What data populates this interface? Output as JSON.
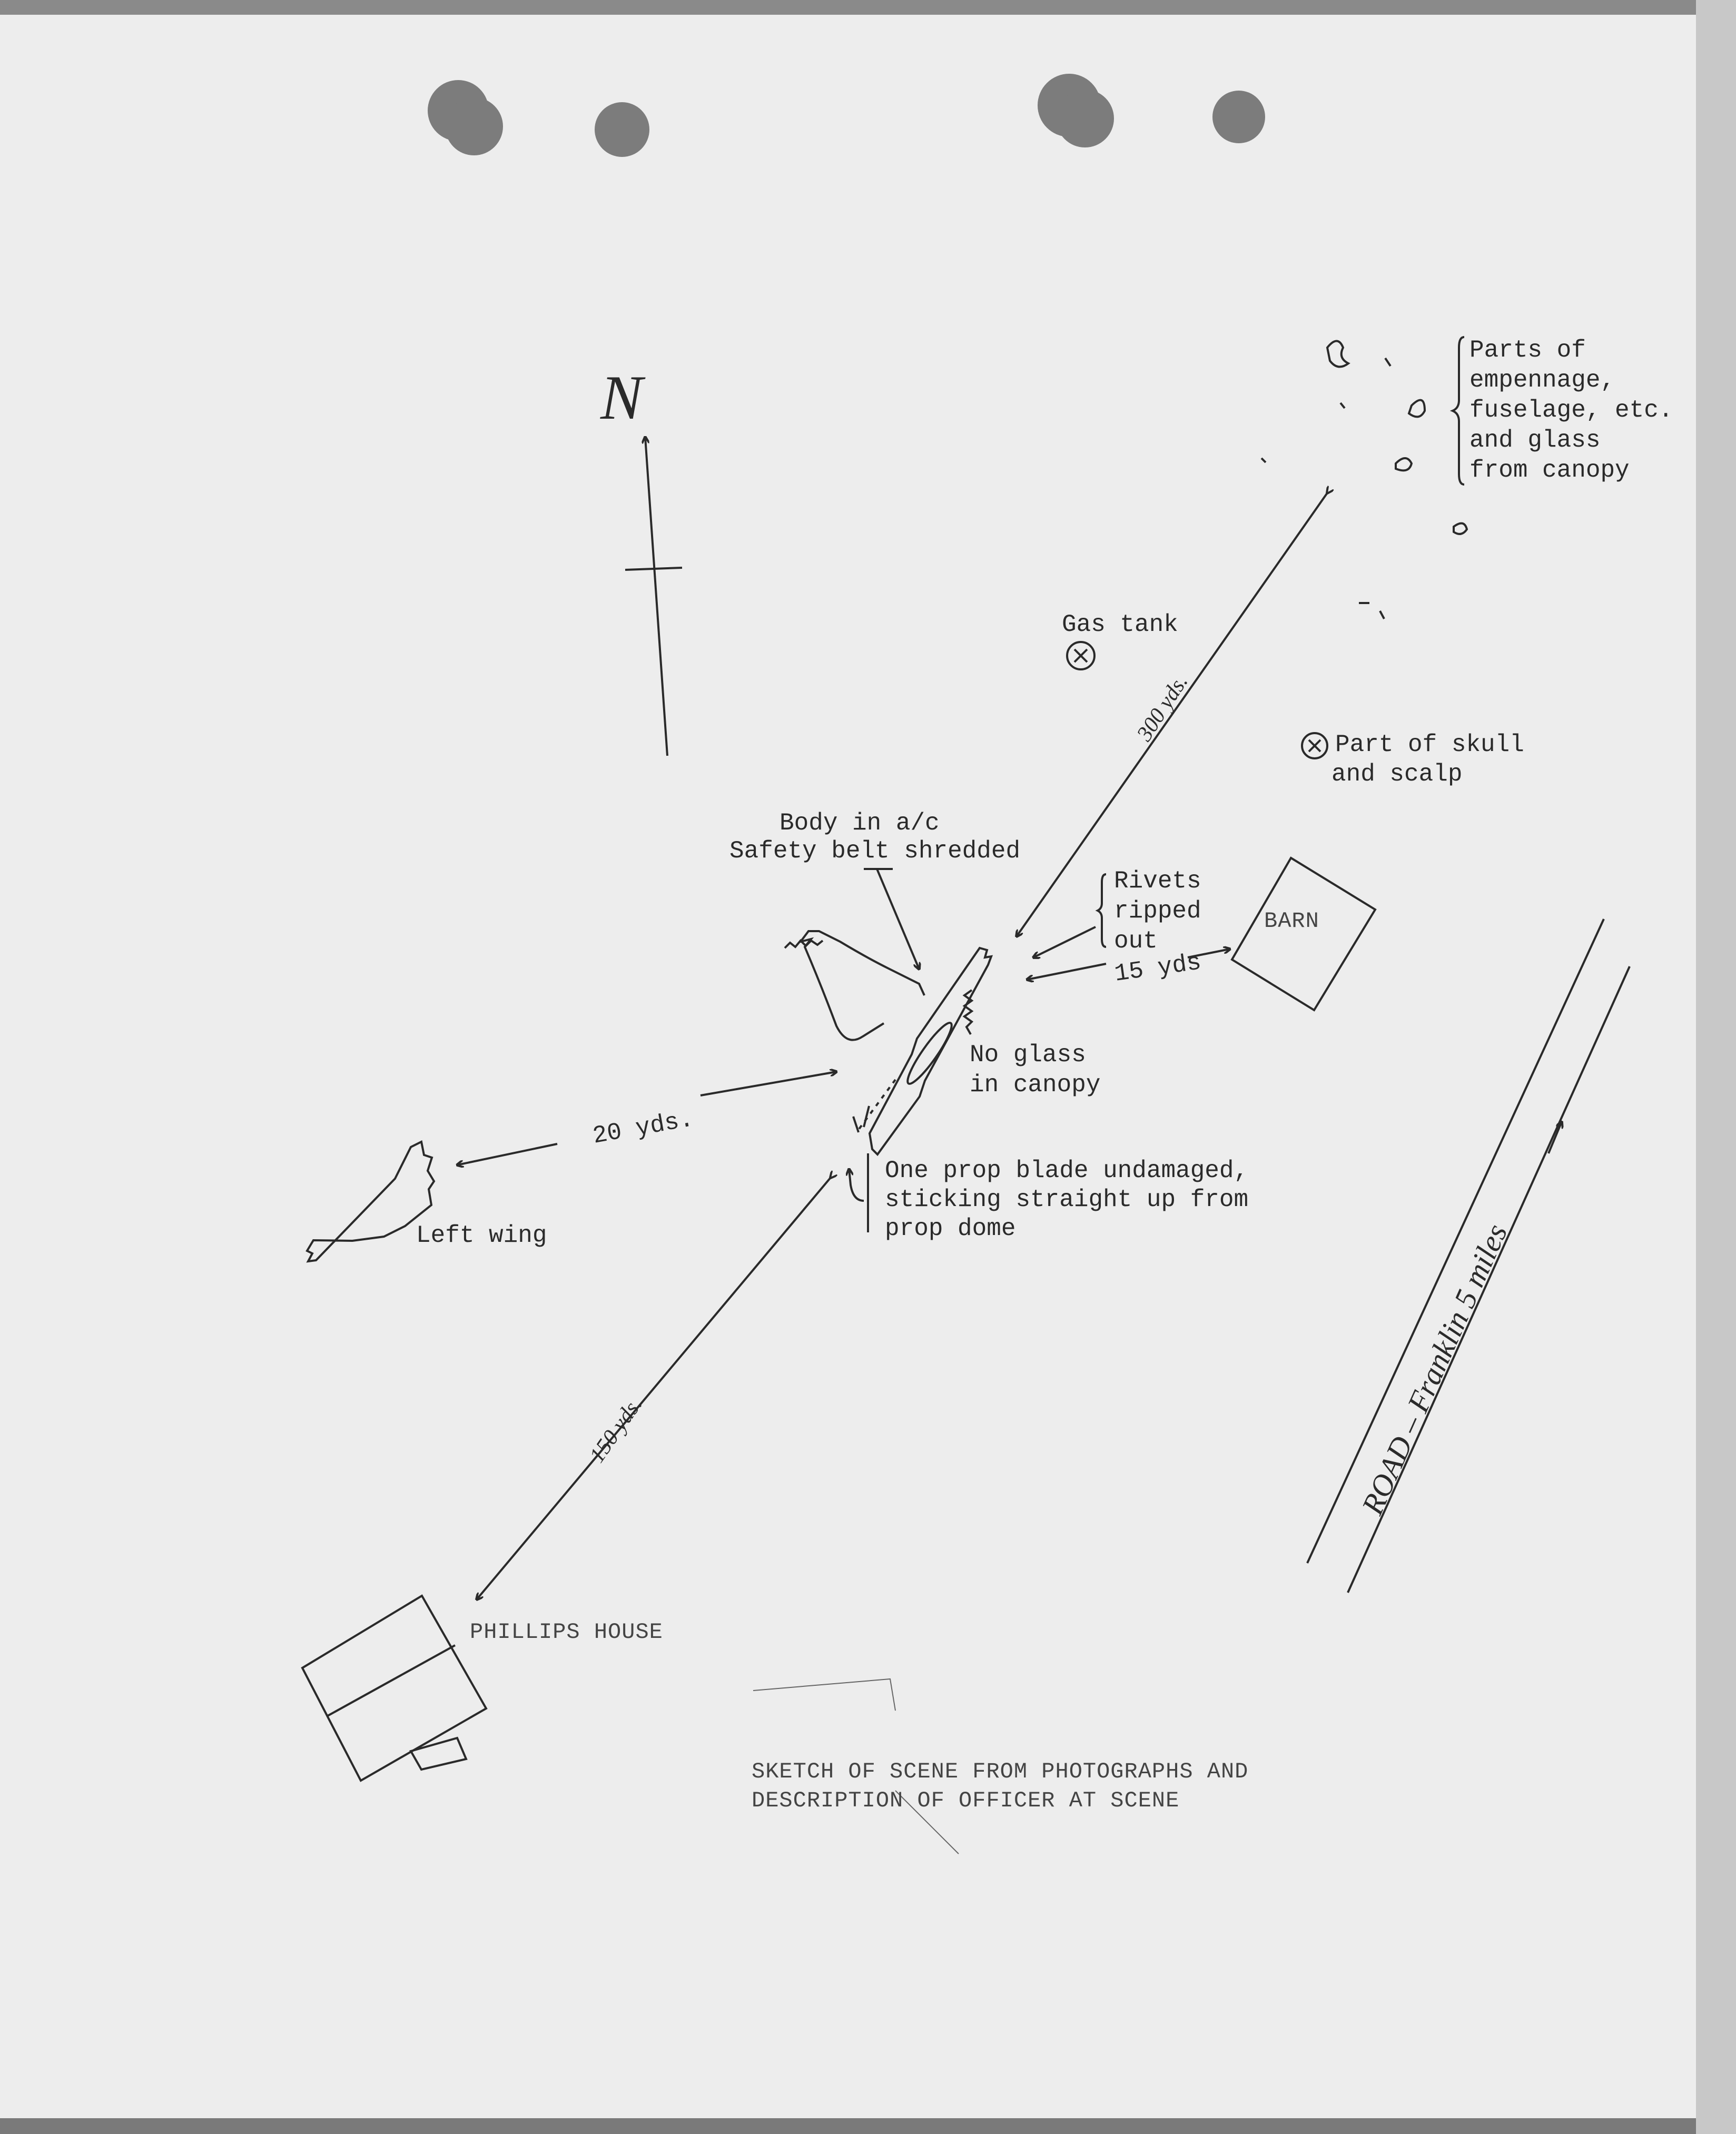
{
  "document": {
    "north_label": "N",
    "labels": {
      "debris": [
        "Parts of",
        "empennage,",
        "fuselage, etc.",
        "and glass",
        "from canopy"
      ],
      "gas_tank": "Gas tank",
      "skull": [
        "Part of skull",
        "and scalp"
      ],
      "distance_300": "300 yds.",
      "body": [
        "Body in a/c",
        "Safety belt shredded"
      ],
      "rivets": [
        "Rivets",
        "ripped",
        "out"
      ],
      "distance_15": "15 yds",
      "barn": "BARN",
      "no_glass": [
        "No glass",
        "in canopy"
      ],
      "distance_20": "20 yds.",
      "left_wing": "Left wing",
      "prop": [
        "One prop blade undamaged,",
        "sticking straight up from",
        "prop dome"
      ],
      "distance_150": "150 yds.",
      "house": "PHILLIPS HOUSE",
      "road": "ROAD – Franklin 5 miles"
    },
    "caption": [
      "SKETCH OF SCENE FROM PHOTOGRAPHS AND",
      "DESCRIPTION OF OFFICER AT SCENE"
    ]
  }
}
